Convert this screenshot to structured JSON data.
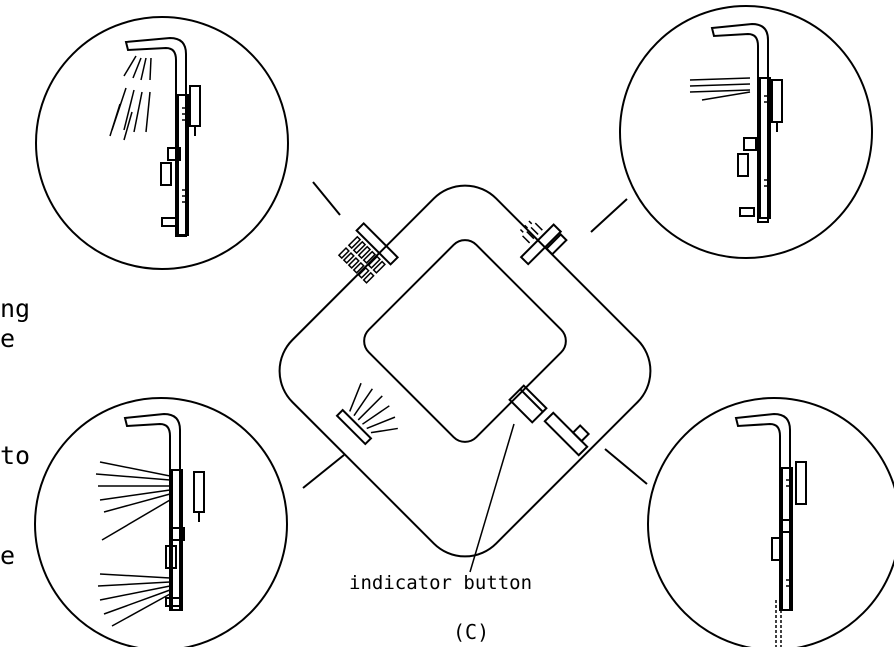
{
  "left_text_fragments": [
    "ng",
    "e",
    "to",
    "e"
  ],
  "callout_label": "indicator button",
  "figure_label": "(C)",
  "icons": [
    "shower-panel-rain-icon",
    "shower-panel-waterfall-icon",
    "shower-panel-body-jets-icon",
    "shower-panel-handshower-icon"
  ]
}
